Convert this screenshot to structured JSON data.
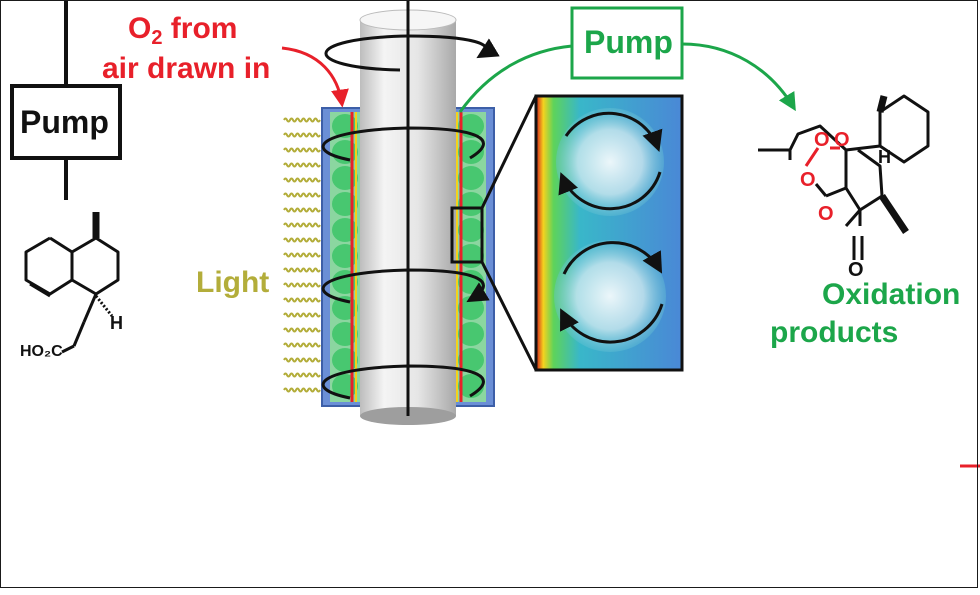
{
  "labels": {
    "pump_left": "Pump",
    "pump_right": "Pump",
    "o2_line1_pre": "O",
    "o2_line1_sub": "2",
    "o2_line1_post": " from",
    "o2_line2": "air drawn in",
    "light": "Light",
    "oxidation_line1": "Oxidation",
    "oxidation_line2": "products",
    "reactant_acid": "HO₂C",
    "reactant_h": "H",
    "product_h": "H"
  },
  "colors": {
    "red": "#e8202a",
    "green": "#1ca64a",
    "olive": "#b3ad3a",
    "black": "#111111",
    "reactor_blue": "#6b8fd6",
    "reactor_green": "#3cc467",
    "tube_gray": "#dcdcdc"
  }
}
